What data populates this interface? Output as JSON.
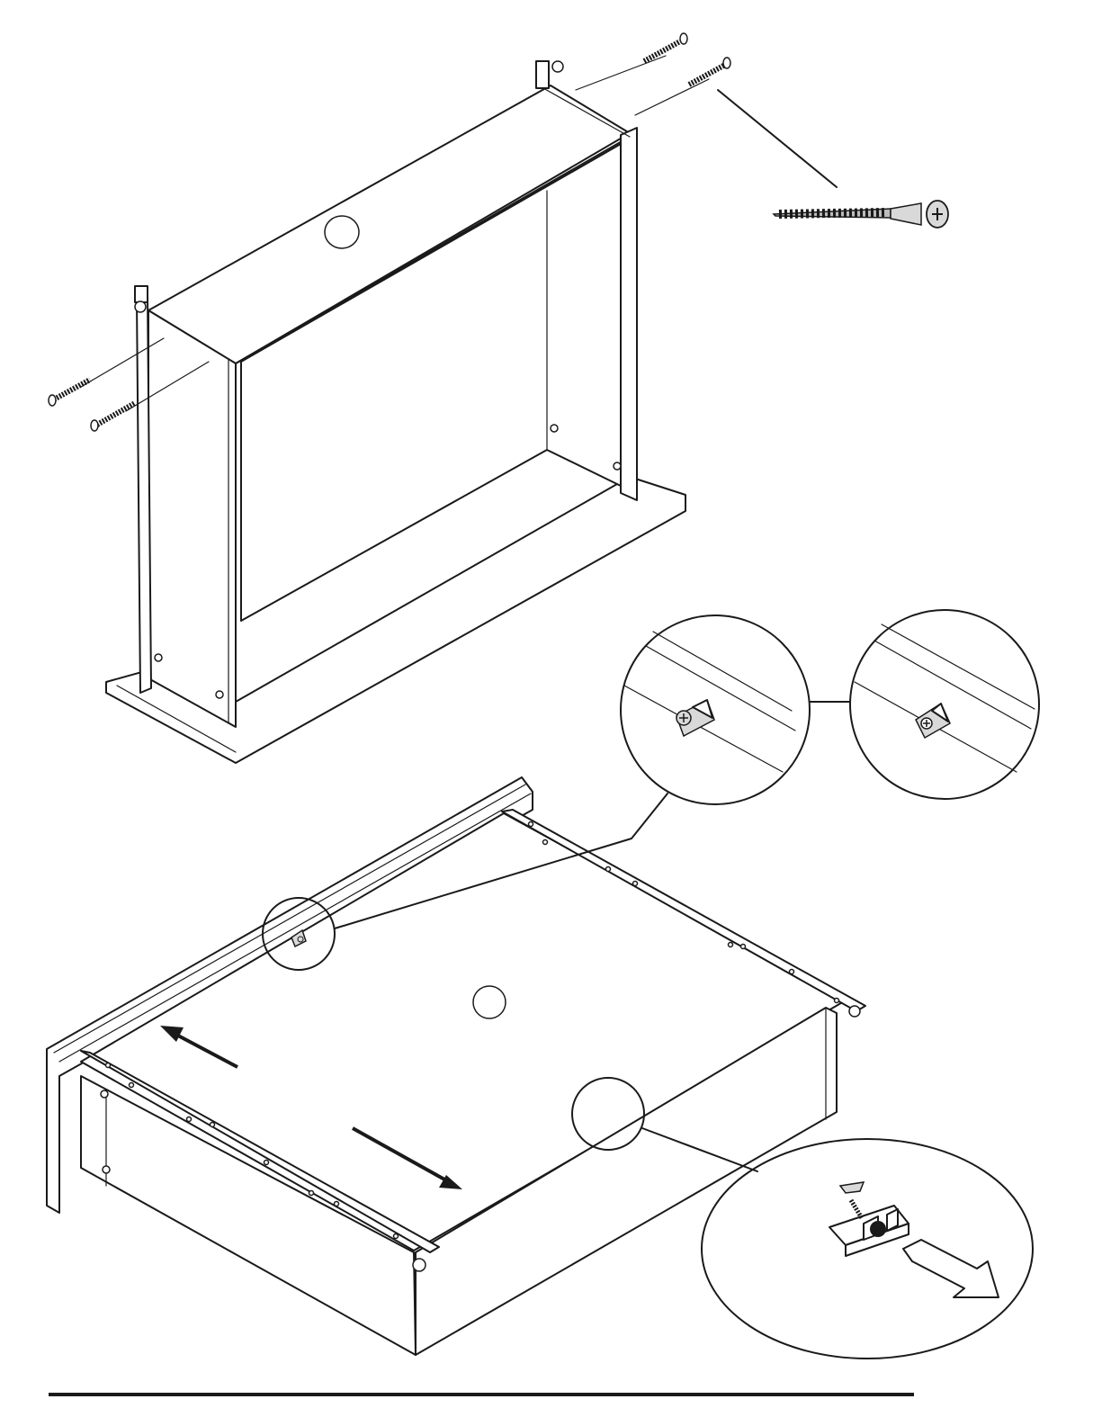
{
  "figure": {
    "step": "",
    "caption": "",
    "callouts": [
      {
        "id": "screw-detail",
        "depicts": "screw-icon"
      },
      {
        "id": "corner-bracket-before",
        "depicts": "bracket-with-screw-icon"
      },
      {
        "id": "corner-bracket-after",
        "depicts": "bracket-icon"
      },
      {
        "id": "back-panel-clip",
        "depicts": "clip-icon"
      }
    ],
    "motion_arrows": [
      "arrow-up-left-icon",
      "arrow-down-right-icon",
      "hollow-arrow-icon"
    ],
    "colors": {
      "line": "#1a1a1a",
      "fill": "#ffffff",
      "metal": "#d9d9d9"
    }
  }
}
